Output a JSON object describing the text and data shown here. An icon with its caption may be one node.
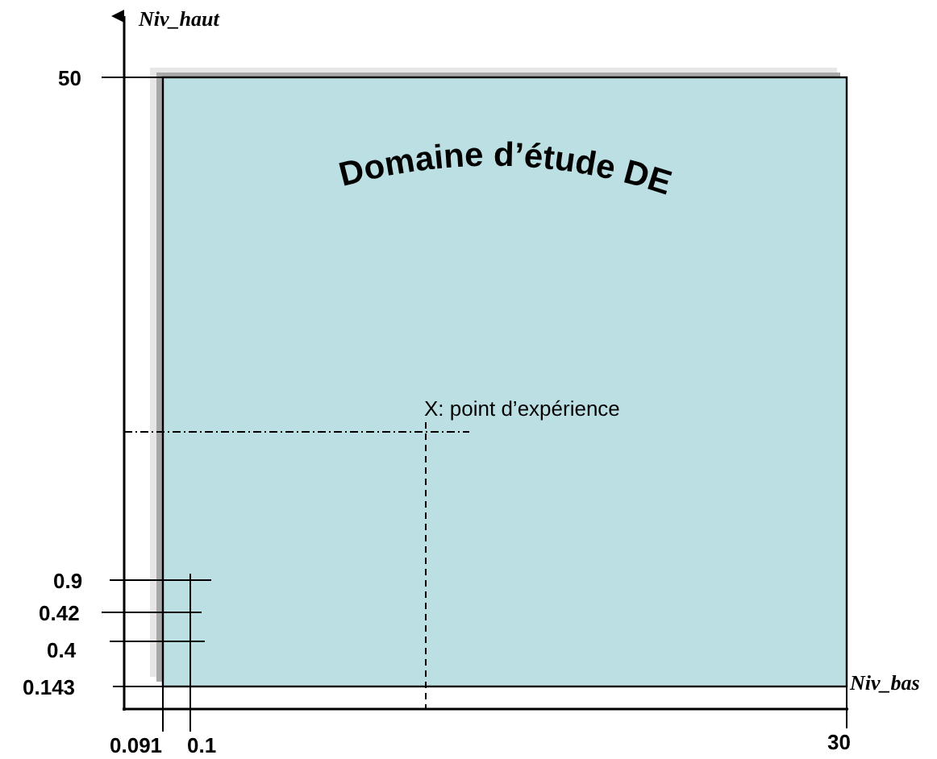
{
  "diagram": {
    "nodes": [
      {
        "text": [
          "Domaine d’étude DE"
        ]
      }
    ],
    "labels": [
      "Niv_haut",
      "50",
      "X: point d’expérience",
      "0.9",
      "0.42",
      "0.4",
      "0.143",
      "Niv_bas",
      "0.091",
      "0.1",
      "30"
    ]
  }
}
